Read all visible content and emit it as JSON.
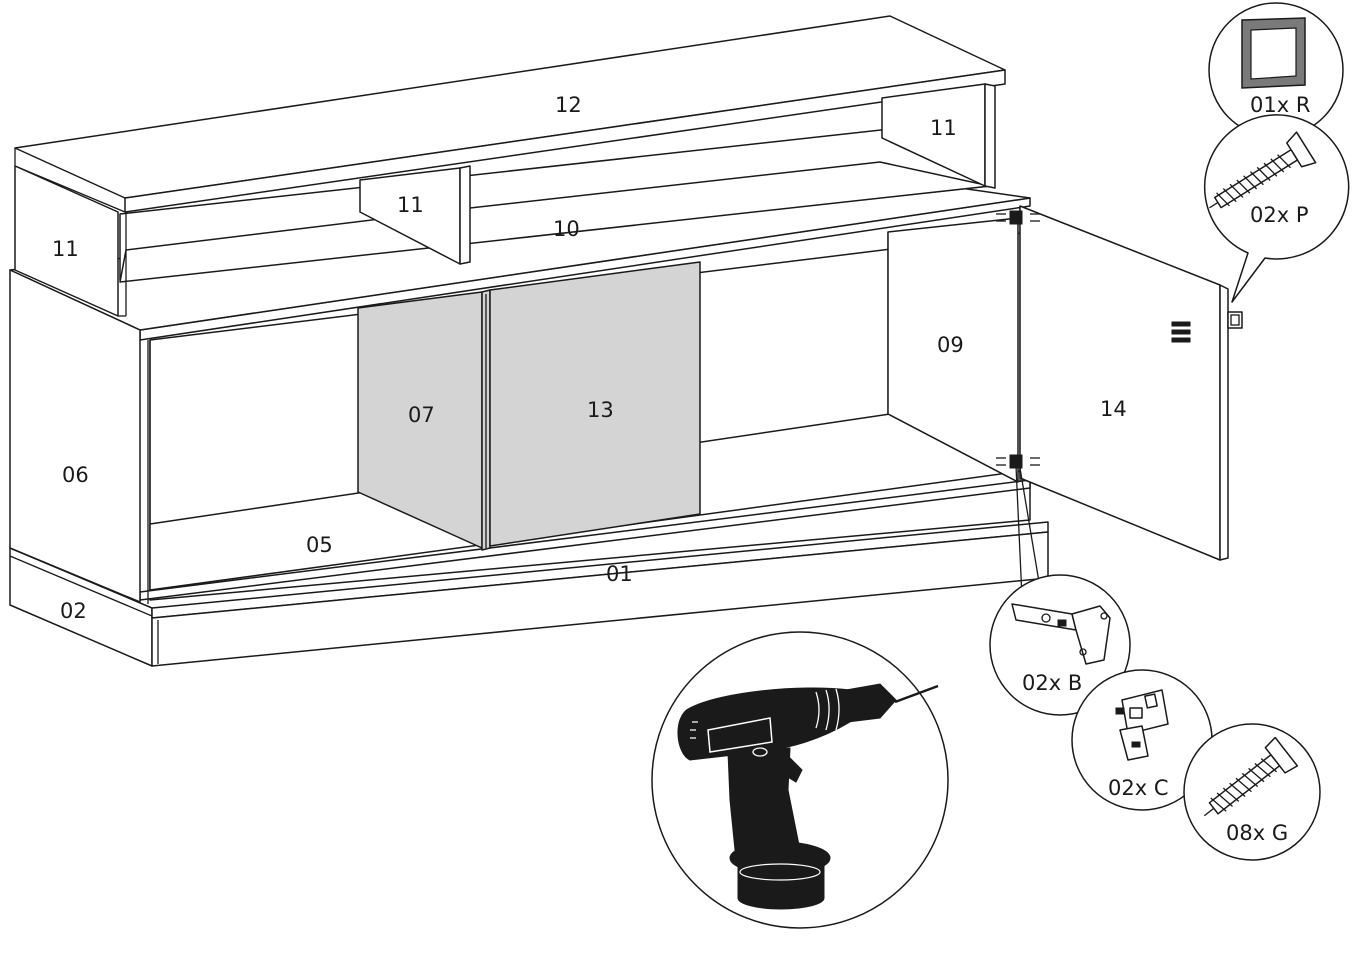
{
  "diagram": {
    "parts": {
      "p01": "01",
      "p02": "02",
      "p05": "05",
      "p06": "06",
      "p07": "07",
      "p09": "09",
      "p10": "10",
      "p11a": "11",
      "p11b": "11",
      "p11c": "11",
      "p12": "12",
      "p13": "13",
      "p14": "14"
    },
    "hardware": {
      "R": "01x R",
      "P": "02x P",
      "B": "02x B",
      "C": "02x C",
      "G": "08x G"
    },
    "tool": "drill-icon",
    "colors": {
      "line": "#1a1a1a",
      "panel_fill": "#ffffff",
      "highlight_fill": "#d4d4d4"
    }
  }
}
